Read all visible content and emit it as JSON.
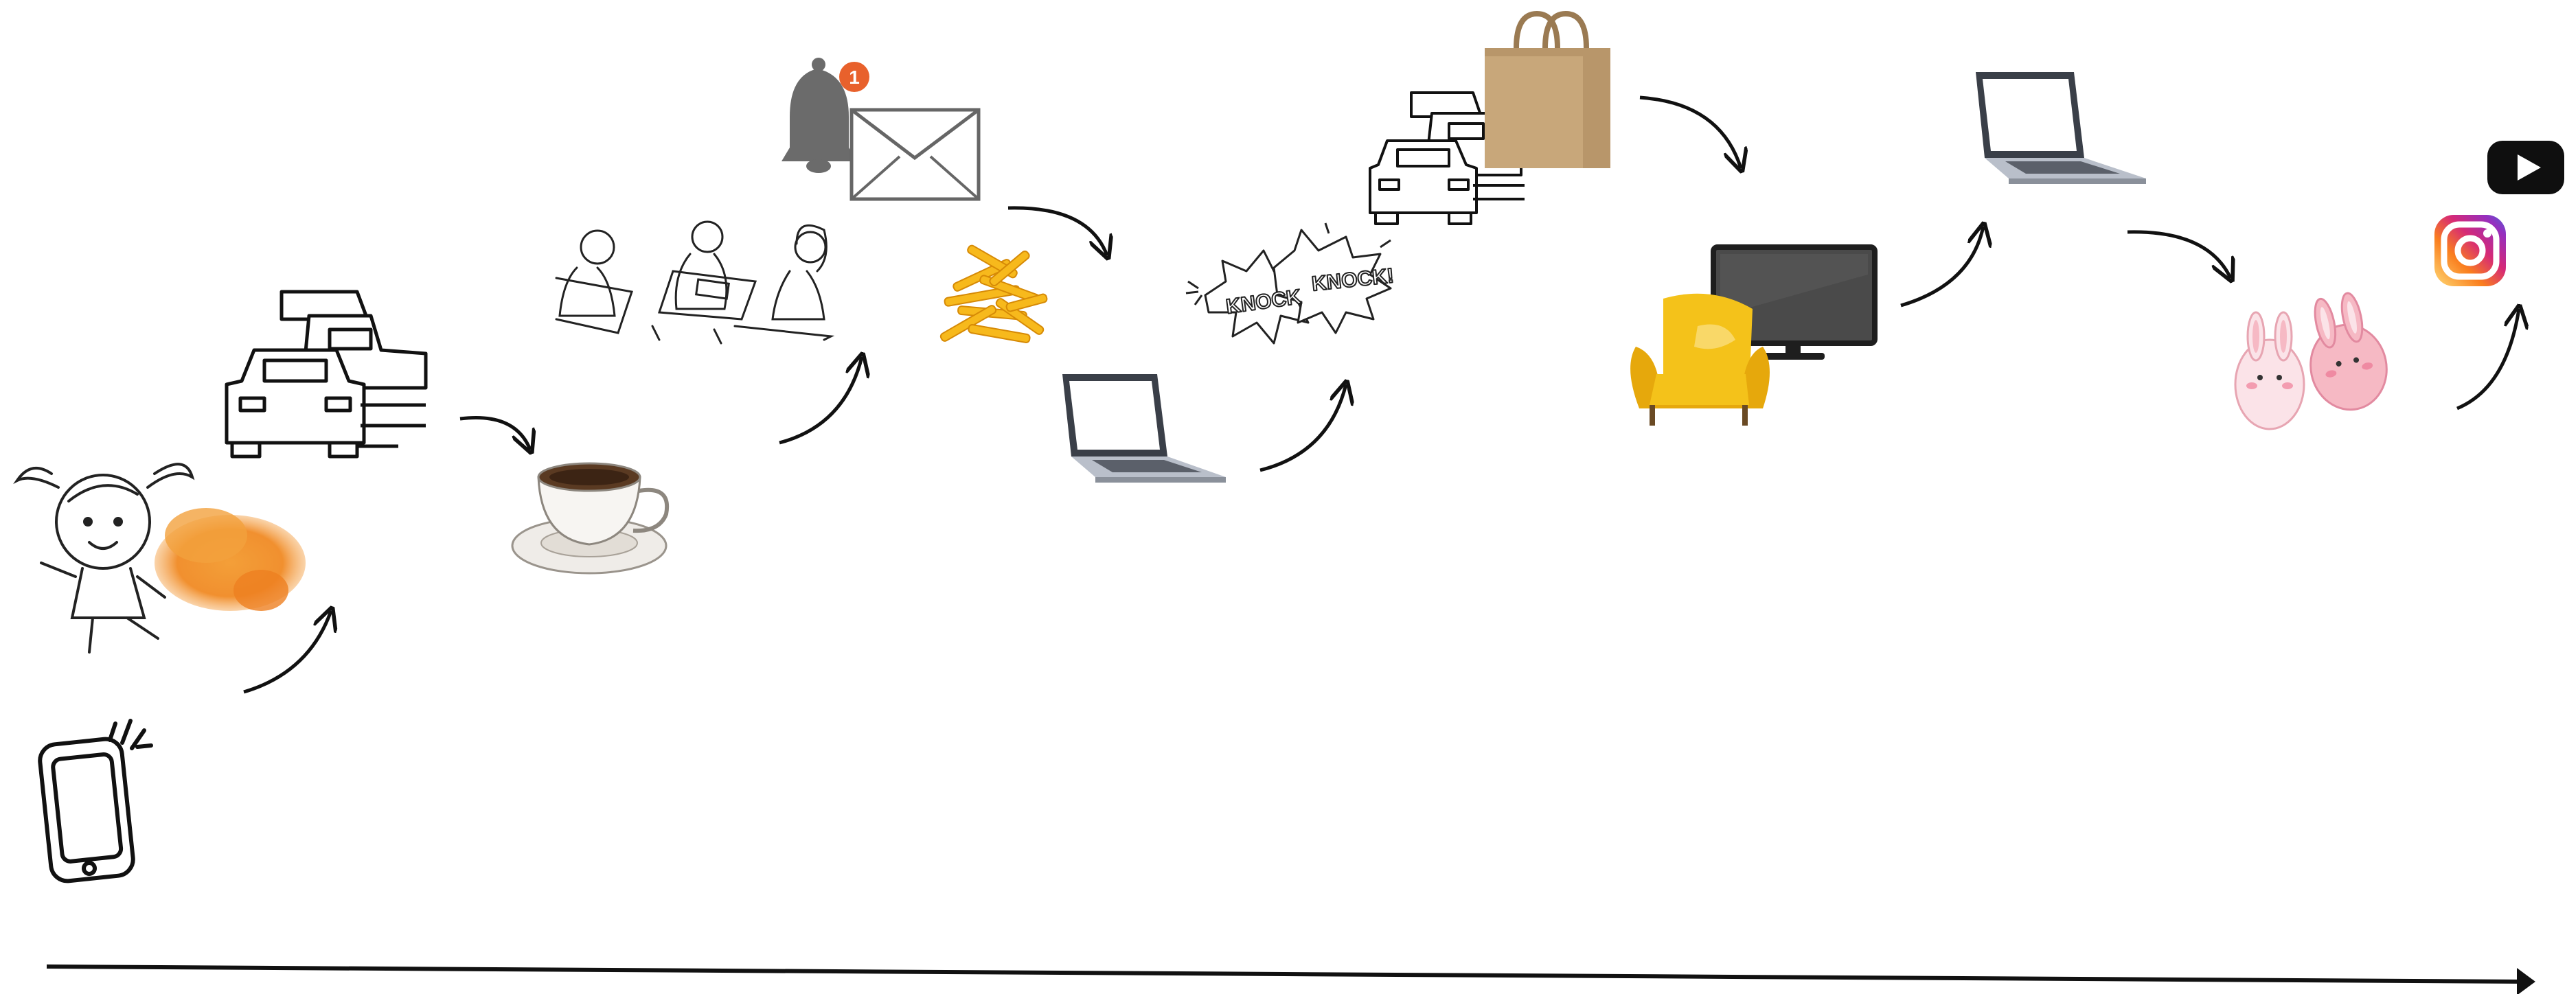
{
  "diagram": {
    "steps": [
      {
        "id": "phone",
        "icon": "smartphone-vibrating-icon"
      },
      {
        "id": "wake-up",
        "icon": "girl-waking-up-icon"
      },
      {
        "id": "traffic",
        "icon": "cars-traffic-icon"
      },
      {
        "id": "coffee",
        "icon": "coffee-cup-icon"
      },
      {
        "id": "meeting",
        "icon": "office-meeting-icon"
      },
      {
        "id": "notification",
        "icon": "mail-notification-icon"
      },
      {
        "id": "lunch",
        "icon": "french-fries-icon"
      },
      {
        "id": "work-laptop",
        "icon": "laptop-icon"
      },
      {
        "id": "knock",
        "icon": "knock-knock-icon"
      },
      {
        "id": "commute-shopping",
        "icon": "cars-shopping-bag-icon"
      },
      {
        "id": "relax-tv",
        "icon": "armchair-tv-icon"
      },
      {
        "id": "evening-laptop",
        "icon": "laptop-icon"
      },
      {
        "id": "bedtime",
        "icon": "bunny-slippers-icon"
      },
      {
        "id": "social-media",
        "icon": "instagram-youtube-icon"
      }
    ],
    "notification_badge": "1",
    "knock_text": [
      "KNOCK",
      "KNOCK!"
    ],
    "timeline_axis": "arrow"
  },
  "colors": {
    "ink": "#111111",
    "accent_orange": "#f08a24",
    "badge": "#e8612c",
    "armchair": "#f4c21a",
    "tv": "#4a4a4a",
    "bag": "#c8a77a",
    "bell": "#6b6b6b",
    "laptop": "#b9bfca",
    "slippers": "#f6b9c4"
  }
}
